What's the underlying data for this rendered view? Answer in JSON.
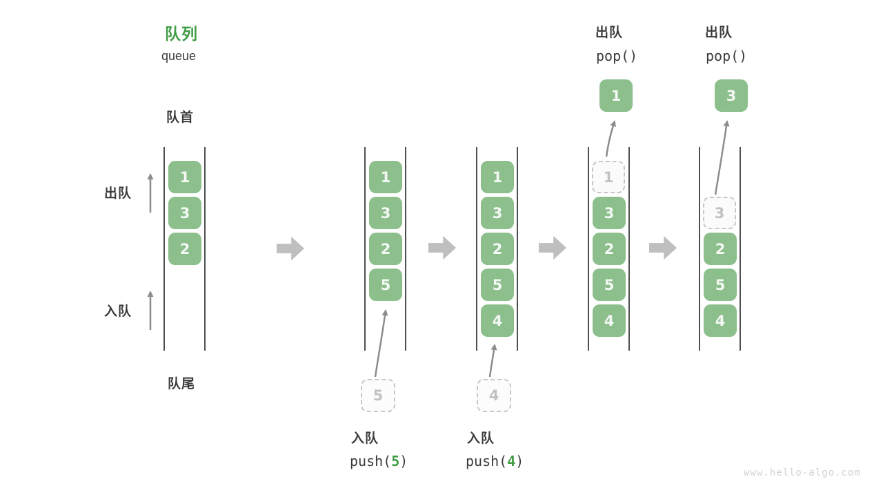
{
  "diagram": {
    "title_zh": "队列",
    "title_en": "queue",
    "front_label": "队首",
    "rear_label": "队尾",
    "dequeue_side_label": "出队",
    "enqueue_side_label": "入队",
    "watermark": "www.hello-algo.com"
  },
  "ops": {
    "pop_state4": {
      "zh": "出队",
      "code": "pop()"
    },
    "pop_state5": {
      "zh": "出队",
      "code": "pop()"
    },
    "push_state2": {
      "zh": "入队",
      "pre": "push(",
      "arg": "5",
      "post": ")"
    },
    "push_state3": {
      "zh": "入队",
      "pre": "push(",
      "arg": "4",
      "post": ")"
    }
  },
  "colors": {
    "box_green": "#8cbf8c",
    "accent_green": "#3f9d44",
    "text_dark": "#3b3b3b",
    "flow_arrow_gray": "#bfbfbf",
    "thin_arrow_gray": "#8c8c8c",
    "rail_gray": "#4f4f4f",
    "ghost_gray": "#c7c7c7",
    "watermark_gray": "#d2d2d2"
  },
  "states": [
    {
      "boxes": [
        "1",
        "3",
        "2"
      ]
    },
    {
      "boxes": [
        "1",
        "3",
        "2",
        "5"
      ],
      "incoming": "5"
    },
    {
      "boxes": [
        "1",
        "3",
        "2",
        "5",
        "4"
      ],
      "incoming": "4"
    },
    {
      "ghost": "1",
      "boxes": [
        "3",
        "2",
        "5",
        "4"
      ],
      "popped": "1"
    },
    {
      "ghost": "3",
      "boxes": [
        "2",
        "5",
        "4"
      ],
      "popped": "3"
    }
  ]
}
